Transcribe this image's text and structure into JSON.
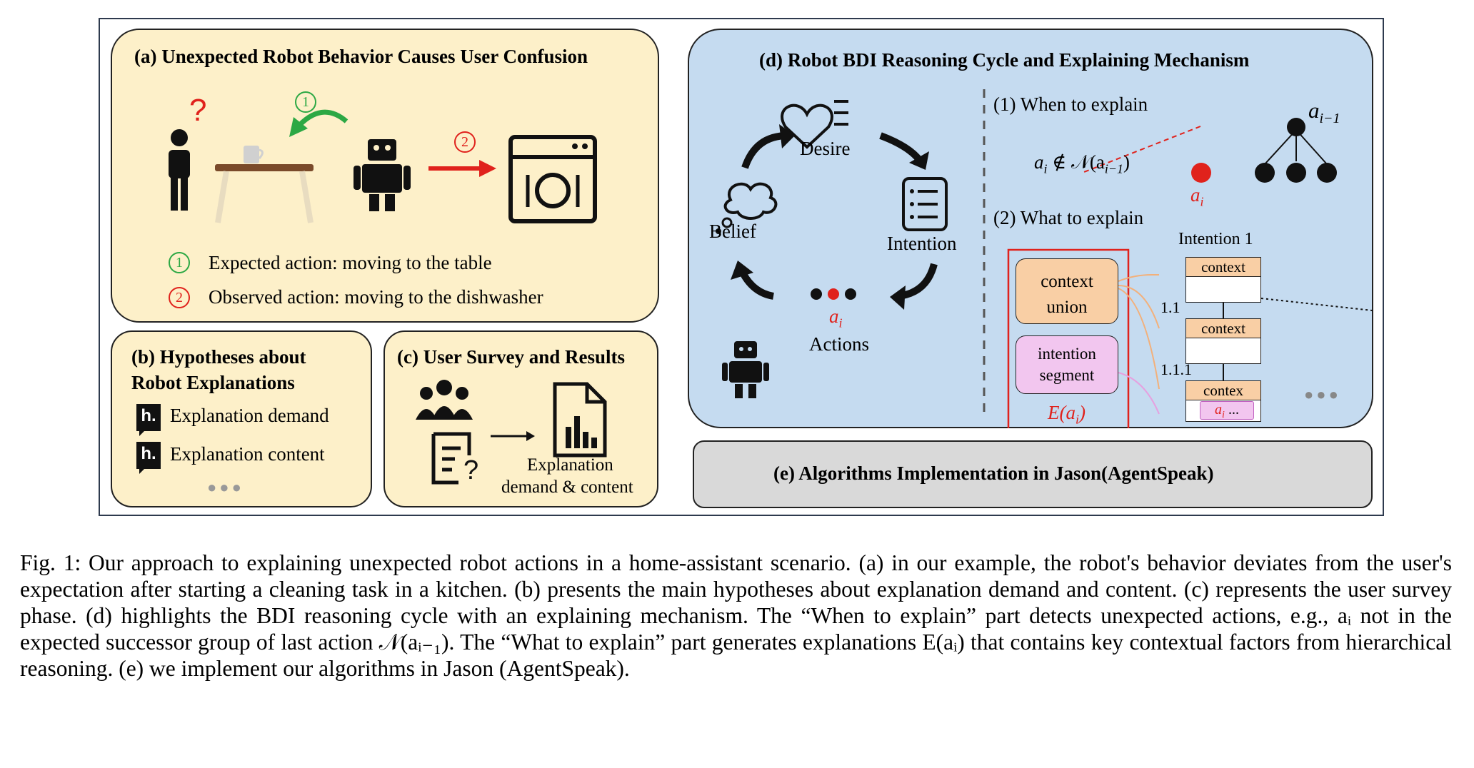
{
  "panel_a": {
    "title": "(a) Unexpected Robot Behavior Causes User Confusion",
    "question_mark": "?",
    "step1": "1",
    "step2": "2",
    "legend1": "Expected action: moving to the table",
    "legend2": "Observed action: moving to the dishwasher"
  },
  "panel_b": {
    "title_line1": "(b) Hypotheses about",
    "title_line2": "Robot Explanations",
    "icon_letter": "h.",
    "item1": "Explanation demand",
    "item2": "Explanation content",
    "more": "●●●"
  },
  "panel_c": {
    "title": "(c) User Survey and Results",
    "result_line1": "Explanation",
    "result_line2": "demand & content"
  },
  "panel_d": {
    "title": "(d) Robot BDI Reasoning Cycle and Explaining Mechanism",
    "desire": "Desire",
    "belief": "Belief",
    "intention": "Intention",
    "actions": "Actions",
    "action_var": "a",
    "action_sub": "i",
    "when_heading": "(1) When to explain",
    "when_formula": "a",
    "when_formula_rest": "∉ 𝒩(a",
    "node_top": "a",
    "node_top_sub": "i−1",
    "node_red": "a",
    "node_red_sub": "i",
    "what_heading": "(2) What to explain",
    "context_union": "context union",
    "intention_segment": "intention segment",
    "explanation_label": "E(a",
    "intention1": "Intention 1",
    "ctx1": "context",
    "ctx2": "context",
    "ctx3": "contex",
    "level1": "1.1",
    "level2": "1.1.1",
    "ai_chip": "a",
    "ai_chip_rest": " ...",
    "more": "●●●"
  },
  "panel_e": {
    "title": "(e) Algorithms Implementation in Jason(AgentSpeak)"
  },
  "caption": "Fig. 1: Our approach to explaining unexpected robot actions in a home-assistant scenario. (a) in our example, the robot's behavior deviates from the user's expectation after starting a cleaning task in a kitchen. (b) presents the main hypotheses about explanation demand and content. (c) represents the user survey phase. (d) highlights the BDI reasoning cycle with an explaining mechanism. The “When to explain” part detects unexpected actions, e.g., aᵢ not in the expected successor group of last action 𝒩(aᵢ₋₁). The “What to explain” part generates explanations E(aᵢ) that contains key contextual factors from hierarchical reasoning. (e) we implement our algorithms in Jason (AgentSpeak).",
  "colors": {
    "panel_yellow": "#fdf0c9",
    "panel_blue": "#c5dbf0",
    "panel_gray": "#d9d9d9",
    "expected_green": "#2ca844",
    "observed_red": "#e0221c",
    "context_orange": "#f9cfa5",
    "segment_pink": "#f2c6ef"
  }
}
